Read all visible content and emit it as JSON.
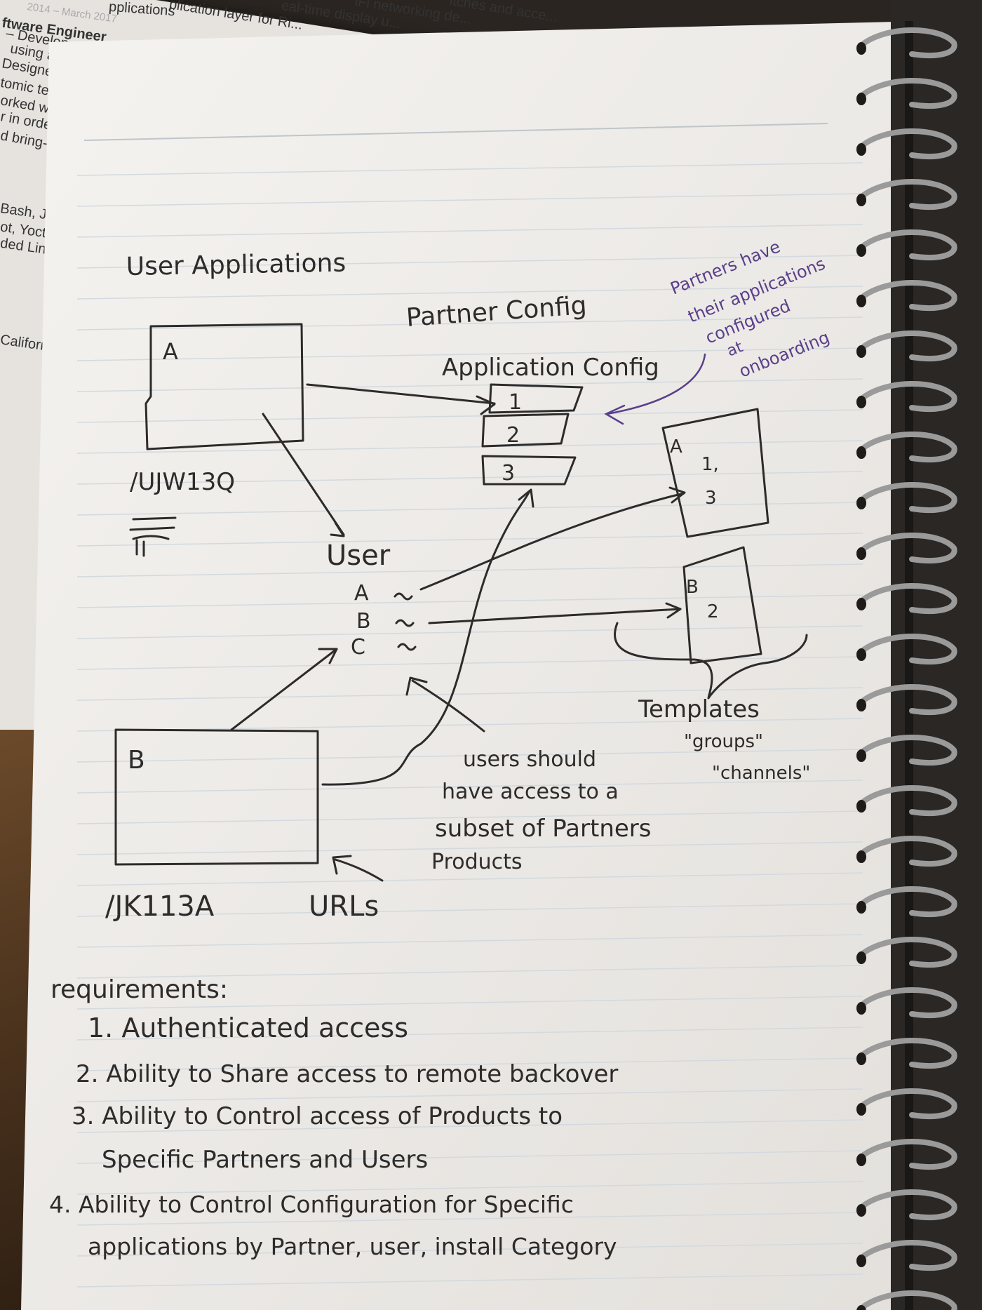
{
  "background_resume": {
    "lines": [
      "pplications",
      "plication layer for Ri...",
      "eal-time display u...",
      "iFi networking de...",
      "itches and acce...",
      "2014 – March 2017",
      "ftware Engineer",
      "– Develop",
      "using a co",
      "Designed a",
      "tomic tests",
      "orked with",
      "r in order to",
      "d bring-up",
      "Bash, Jav",
      "ot, Yocto/",
      "ded Linux,",
      "Californ"
    ]
  },
  "diagram": {
    "title": "User Applications",
    "box_a": {
      "label": "A",
      "id_label": "/UJW13Q"
    },
    "box_b": {
      "label": "B",
      "id_label": "/JK113A",
      "urls_label": "URLs"
    },
    "partner_config": "Partner Config",
    "application_config": "Application Config",
    "config_slots": [
      "1",
      "2",
      "3"
    ],
    "partner_note": [
      "Partners have",
      "their applications",
      "configured",
      "at",
      "onboarding"
    ],
    "template_a": {
      "label": "A",
      "values": [
        "1,",
        "3"
      ]
    },
    "template_b": {
      "label": "B",
      "values": [
        "2"
      ]
    },
    "templates_label": "Templates",
    "templates_aliases": [
      "\"groups\"",
      "\"channels\""
    ],
    "user_label": "User",
    "user_items": [
      "A",
      "B",
      "C"
    ],
    "users_note": [
      "users should",
      "have access to a",
      "subset of Partners",
      "Products"
    ]
  },
  "requirements": {
    "heading": "requirements:",
    "items": [
      "1. Authenticated access",
      "2. Ability to Share access to remote backover",
      "3. Ability to Control access of Products to",
      "Specific Partners and Users",
      "4. Ability to Control Configuration for Specific",
      "applications by Partner, user, install Category"
    ]
  },
  "colors": {
    "ink": "#2e2b2b",
    "purple_ink": "#5a3f8a",
    "paper": "#f3f1ee",
    "rule": "#cfd6dc",
    "spiral": "#9a9a9a"
  }
}
